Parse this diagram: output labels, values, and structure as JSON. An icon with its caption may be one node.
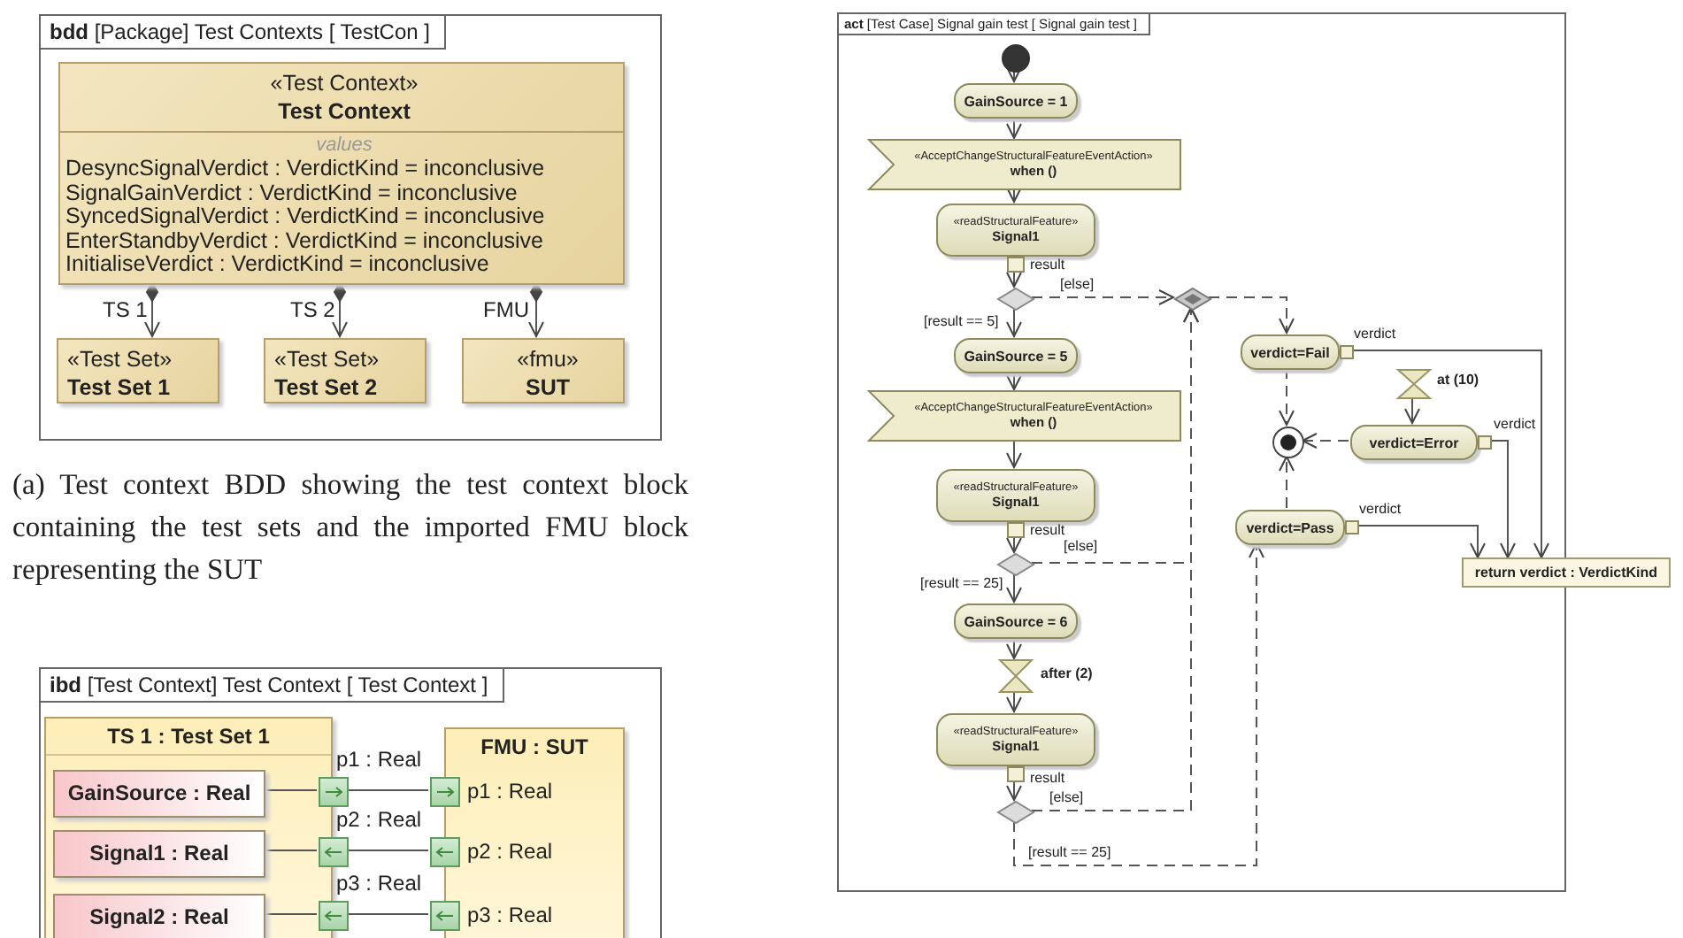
{
  "diagram": {
    "caption": "(a) Test context BDD showing the test context block containing the test sets and the imported FMU block representing the SUT",
    "nodes": [
      {
        "text": [
          "**bdd** [Package] Test Contexts [ TestCon ]"
        ]
      },
      {
        "text": [
          "«Test Context»",
          "Test Context",
          "values",
          "DesyncSignalVerdict : VerdictKind = inconclusive",
          "SignalGainVerdict : VerdictKind = inconclusive",
          "SyncedSignalVerdict : VerdictKind = inconclusive",
          "EnterStandbyVerdict : VerdictKind = inconclusive",
          "InitialiseVerdict : VerdictKind = inconclusive"
        ],
        "in": 0
      },
      {
        "text": [
          "«Test Set»",
          "Test Set 1"
        ],
        "in": 0
      },
      {
        "text": [
          "«Test Set»",
          "Test Set 2"
        ],
        "in": 0
      },
      {
        "text": [
          "«fmu»",
          "SUT"
        ],
        "in": 0
      },
      {
        "text": [
          "**ibd** [Test Context] Test Context [ Test Context ]"
        ]
      },
      {
        "text": [
          "TS 1 : Test Set 1"
        ],
        "in": 5
      },
      {
        "text": [
          "GainSource : Real"
        ],
        "in": 6
      },
      {
        "text": [
          "Signal1 : Real"
        ],
        "in": 6
      },
      {
        "text": [
          "Signal2 : Real"
        ],
        "in": 6
      },
      {
        "text": [
          "FMU : SUT"
        ],
        "in": 5
      },
      {
        "text": [],
        "shape": "box",
        "beside": [
          "p1 : Real"
        ],
        "in": 5
      },
      {
        "text": [],
        "shape": "box",
        "beside": [
          "p1 : Real"
        ],
        "in": 5
      },
      {
        "text": [],
        "shape": "box",
        "beside": [
          "p2 : Real"
        ],
        "in": 5
      },
      {
        "text": [],
        "shape": "box",
        "beside": [
          "p2 : Real"
        ],
        "in": 5
      },
      {
        "text": [],
        "shape": "box",
        "beside": [
          "p3 : Real"
        ],
        "in": 5
      },
      {
        "text": [],
        "shape": "box",
        "beside": [
          "p3 : Real"
        ],
        "in": 5
      },
      {
        "text": [
          "**act** [Test Case] Signal gain test [ Signal gain test ]"
        ]
      },
      {
        "text": [],
        "shape": "circle",
        "in": 17
      },
      {
        "text": [
          "GainSource = 1"
        ],
        "in": 17
      },
      {
        "text": [
          "«AcceptChangeStructuralFeatureEventAction»",
          "when ()"
        ],
        "in": 17
      },
      {
        "text": [
          "«readStructuralFeature»",
          "Signal1"
        ],
        "in": 17
      },
      {
        "text": [],
        "shape": "box",
        "beside": [
          "result"
        ],
        "in": 17
      },
      {
        "text": [],
        "shape": "diamond",
        "in": 17
      },
      {
        "text": [],
        "shape": "diamond",
        "in": 17
      },
      {
        "text": [
          "GainSource = 5"
        ],
        "in": 17
      },
      {
        "text": [
          "«AcceptChangeStructuralFeatureEventAction»",
          "when ()"
        ],
        "in": 17
      },
      {
        "text": [
          "«readStructuralFeature»",
          "Signal1"
        ],
        "in": 17
      },
      {
        "text": [],
        "shape": "box",
        "beside": [
          "result"
        ],
        "in": 17
      },
      {
        "text": [],
        "shape": "diamond",
        "in": 17
      },
      {
        "text": [
          "GainSource = 6"
        ],
        "in": 17
      },
      {
        "text": [],
        "shape": "hourglass",
        "beside": [
          "after (2)"
        ],
        "in": 17
      },
      {
        "text": [
          "«readStructuralFeature»",
          "Signal1"
        ],
        "in": 17
      },
      {
        "text": [],
        "shape": "box",
        "beside": [
          "result"
        ],
        "in": 17
      },
      {
        "text": [],
        "shape": "diamond",
        "in": 17
      },
      {
        "text": [
          "verdict=Fail"
        ],
        "in": 17
      },
      {
        "text": [],
        "shape": "box",
        "beside": [
          "verdict"
        ],
        "in": 17
      },
      {
        "text": [],
        "shape": "hourglass",
        "beside": [
          "at (10)"
        ],
        "in": 17
      },
      {
        "text": [],
        "shape": "circle",
        "in": 17
      },
      {
        "text": [
          "verdict=Error"
        ],
        "in": 17
      },
      {
        "text": [],
        "shape": "box",
        "beside": [
          "verdict"
        ],
        "in": 17
      },
      {
        "text": [
          "verdict=Pass"
        ],
        "in": 17
      },
      {
        "text": [],
        "shape": "box",
        "beside": [
          "verdict"
        ],
        "in": 17
      },
      {
        "text": [
          "return verdict : VerdictKind"
        ]
      }
    ],
    "edges": [
      {
        "from": 1,
        "to": 2,
        "arrow": "to",
        "label": "TS 1"
      },
      {
        "from": 1,
        "to": 3,
        "arrow": "to",
        "label": "TS 2"
      },
      {
        "from": 1,
        "to": 4,
        "arrow": "to",
        "label": "FMU"
      },
      {
        "from": 7,
        "to": 11,
        "arrow": "none"
      },
      {
        "from": 11,
        "to": 12,
        "arrow": "none"
      },
      {
        "from": 8,
        "to": 13,
        "arrow": "none"
      },
      {
        "from": 13,
        "to": 14,
        "arrow": "none"
      },
      {
        "from": 9,
        "to": 15,
        "arrow": "none"
      },
      {
        "from": 15,
        "to": 16,
        "arrow": "none"
      },
      {
        "from": 18,
        "to": 19,
        "arrow": "to"
      },
      {
        "from": 19,
        "to": 20,
        "arrow": "to"
      },
      {
        "from": 20,
        "to": 21,
        "arrow": "to"
      },
      {
        "from": 22,
        "to": 23,
        "arrow": "to"
      },
      {
        "from": 23,
        "to": 25,
        "arrow": "to",
        "label": "[result == 5]"
      },
      {
        "from": 23,
        "to": 24,
        "arrow": "to",
        "label": "[else]",
        "style": "dashed"
      },
      {
        "from": 25,
        "to": 26,
        "arrow": "to"
      },
      {
        "from": 26,
        "to": 27,
        "arrow": "to"
      },
      {
        "from": 28,
        "to": 29,
        "arrow": "to"
      },
      {
        "from": 29,
        "to": 30,
        "arrow": "to",
        "label": "[result == 25]"
      },
      {
        "from": 29,
        "to": 24,
        "arrow": "to",
        "label": "[else]",
        "style": "dashed"
      },
      {
        "from": 30,
        "to": 31,
        "arrow": "to"
      },
      {
        "from": 31,
        "to": 32,
        "arrow": "to"
      },
      {
        "from": 33,
        "to": 34,
        "arrow": "to"
      },
      {
        "from": 34,
        "to": 24,
        "arrow": "to",
        "label": "[else]",
        "style": "dashed"
      },
      {
        "from": 34,
        "to": 41,
        "arrow": "to",
        "label": "[result == 25]",
        "style": "dashed"
      },
      {
        "from": 24,
        "to": 35,
        "arrow": "to",
        "style": "dashed"
      },
      {
        "from": 35,
        "to": 38,
        "arrow": "to",
        "style": "dashed"
      },
      {
        "from": 37,
        "to": 39,
        "arrow": "to"
      },
      {
        "from": 39,
        "to": 38,
        "arrow": "to",
        "style": "dashed"
      },
      {
        "from": 41,
        "to": 38,
        "arrow": "to",
        "style": "dashed"
      },
      {
        "from": 36,
        "to": 43,
        "arrow": "to"
      },
      {
        "from": 40,
        "to": 43,
        "arrow": "to"
      },
      {
        "from": 42,
        "to": 43,
        "arrow": "to"
      }
    ]
  }
}
